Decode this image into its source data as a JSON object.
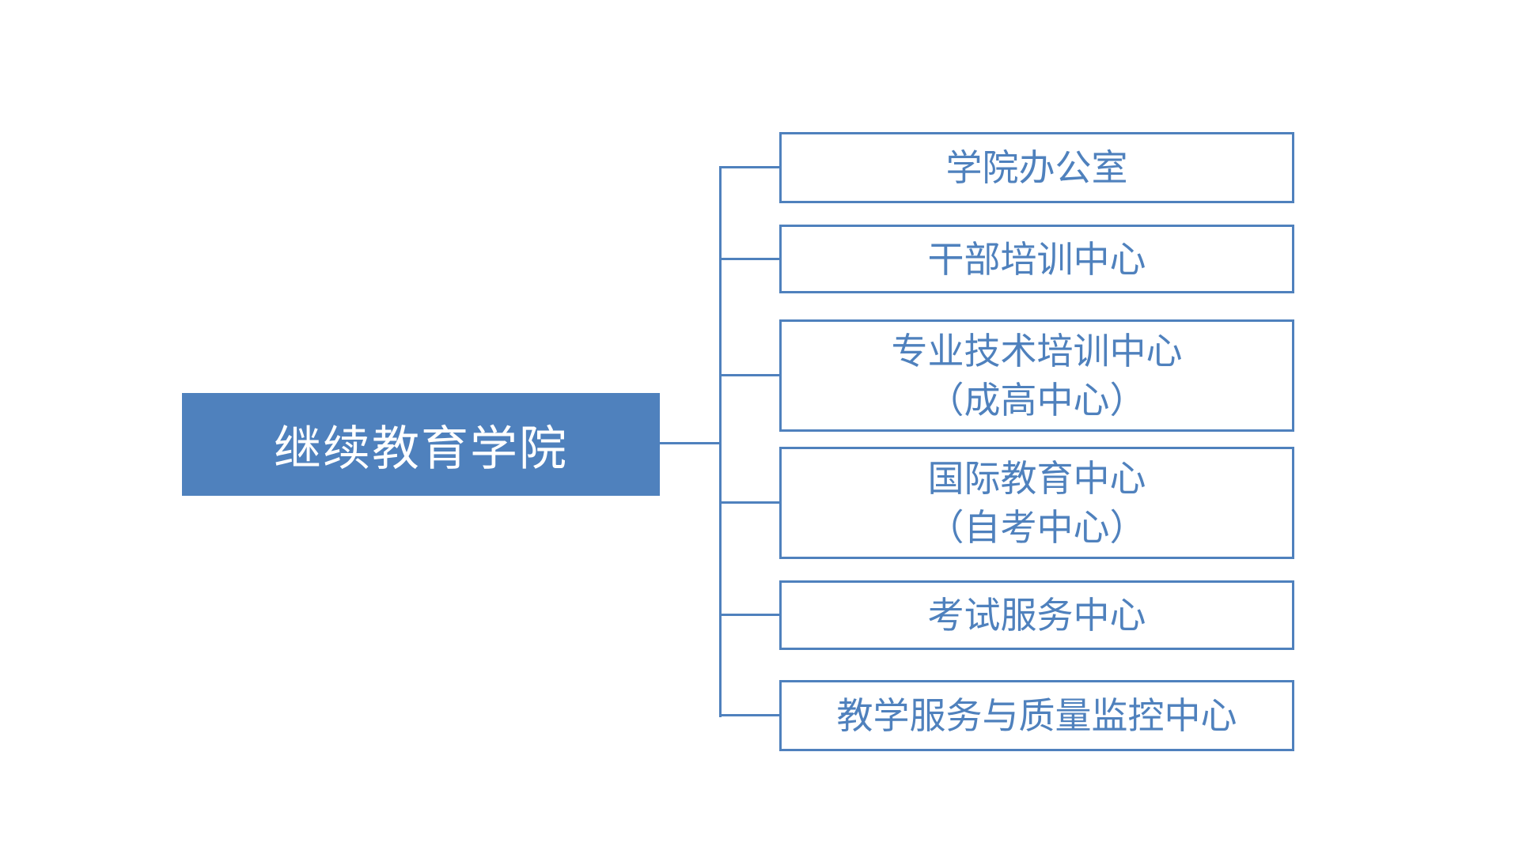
{
  "diagram": {
    "type": "org-chart",
    "background": "#ffffff",
    "colors": {
      "root_fill": "#4f81bd",
      "root_text": "#ffffff",
      "child_border": "#4f81bd",
      "child_fill": "#ffffff",
      "child_text": "#4f81bd",
      "connector": "#4f81bd"
    },
    "root": {
      "label": "继续教育学院"
    },
    "children": [
      {
        "lines": [
          "学院办公室"
        ]
      },
      {
        "lines": [
          "干部培训中心"
        ]
      },
      {
        "lines": [
          "专业技术培训中心",
          "（成高中心）"
        ]
      },
      {
        "lines": [
          "国际教育中心",
          "（自考中心）"
        ]
      },
      {
        "lines": [
          "考试服务中心"
        ]
      },
      {
        "lines": [
          "教学服务与质量监控中心"
        ]
      }
    ]
  }
}
